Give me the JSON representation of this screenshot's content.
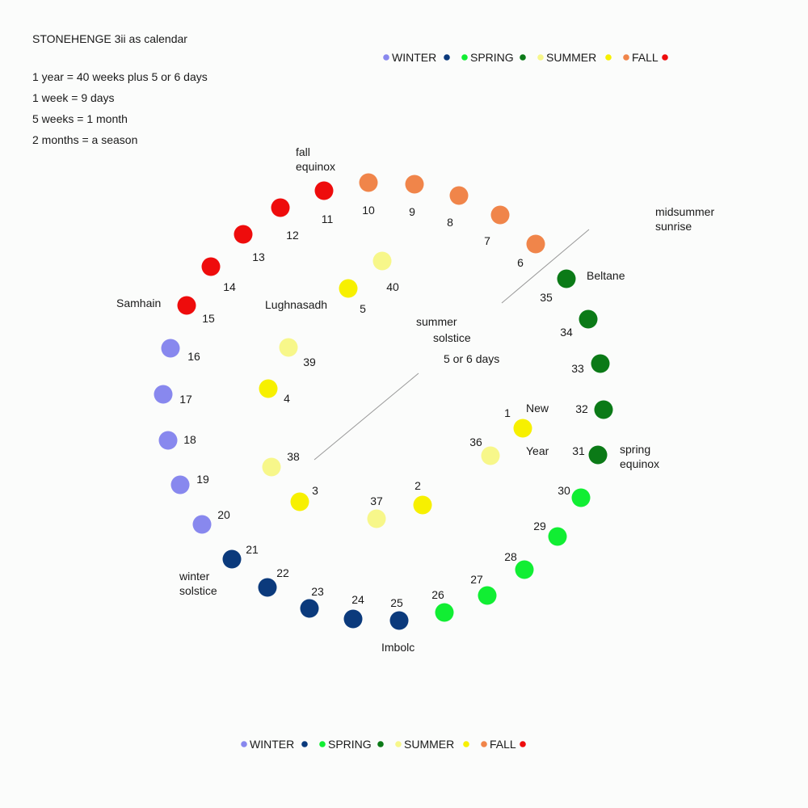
{
  "title": "STONEHENGE 3ii as calendar",
  "notes": [
    "1 year = 40 weeks plus 5 or 6 days",
    "1 week = 9 days",
    "5 weeks = 1 month",
    "2 months = a season"
  ],
  "colors": {
    "winter_light": "#8888ee",
    "winter_dark": "#0b3a7c",
    "spring_light": "#11ee33",
    "spring_dark": "#0b7a17",
    "summer_light": "#f7f78a",
    "summer_dark": "#f7f000",
    "fall_light": "#f0854a",
    "fall_dark": "#ee0c0c"
  },
  "legend": [
    {
      "label": "WINTER",
      "light": "winter_light",
      "dark": "winter_dark"
    },
    {
      "label": "SPRING",
      "light": "spring_light",
      "dark": "spring_dark"
    },
    {
      "label": "SUMMER",
      "light": "summer_light",
      "dark": "summer_dark"
    },
    {
      "label": "FALL",
      "light": "fall_light",
      "dark": "fall_dark"
    }
  ],
  "center_labels": [
    "summer",
    "solstice",
    "5 or 6 days"
  ],
  "annotations": [
    {
      "id": "fall-equinox",
      "lines": [
        "fall",
        "equinox"
      ]
    },
    {
      "id": "midsummer-sunrise",
      "lines": [
        "midsummer",
        "sunrise"
      ]
    },
    {
      "id": "beltane",
      "lines": [
        "Beltane"
      ]
    },
    {
      "id": "samhain",
      "lines": [
        "Samhain"
      ]
    },
    {
      "id": "lughnasadh",
      "lines": [
        "Lughnasadh"
      ]
    },
    {
      "id": "new-year",
      "lines": [
        "New",
        "Year"
      ]
    },
    {
      "id": "spring-equinox",
      "lines": [
        "spring",
        "equinox"
      ]
    },
    {
      "id": "winter-solstice",
      "lines": [
        "winter",
        "solstice"
      ]
    },
    {
      "id": "imbolc",
      "lines": [
        "Imbolc"
      ]
    }
  ],
  "weeks": [
    {
      "week": "1",
      "color": "summer_dark"
    },
    {
      "week": "2",
      "color": "summer_dark"
    },
    {
      "week": "3",
      "color": "summer_dark"
    },
    {
      "week": "4",
      "color": "summer_dark"
    },
    {
      "week": "5",
      "color": "summer_dark"
    },
    {
      "week": "6",
      "color": "fall_light"
    },
    {
      "week": "7",
      "color": "fall_light"
    },
    {
      "week": "8",
      "color": "fall_light"
    },
    {
      "week": "9",
      "color": "fall_light"
    },
    {
      "week": "10",
      "color": "fall_light"
    },
    {
      "week": "11",
      "color": "fall_dark"
    },
    {
      "week": "12",
      "color": "fall_dark"
    },
    {
      "week": "13",
      "color": "fall_dark"
    },
    {
      "week": "14",
      "color": "fall_dark"
    },
    {
      "week": "15",
      "color": "fall_dark"
    },
    {
      "week": "16",
      "color": "winter_light"
    },
    {
      "week": "17",
      "color": "winter_light"
    },
    {
      "week": "18",
      "color": "winter_light"
    },
    {
      "week": "19",
      "color": "winter_light"
    },
    {
      "week": "20",
      "color": "winter_light"
    },
    {
      "week": "21",
      "color": "winter_dark"
    },
    {
      "week": "22",
      "color": "winter_dark"
    },
    {
      "week": "23",
      "color": "winter_dark"
    },
    {
      "week": "24",
      "color": "winter_dark"
    },
    {
      "week": "25",
      "color": "winter_dark"
    },
    {
      "week": "26",
      "color": "spring_light"
    },
    {
      "week": "27",
      "color": "spring_light"
    },
    {
      "week": "28",
      "color": "spring_light"
    },
    {
      "week": "29",
      "color": "spring_light"
    },
    {
      "week": "30",
      "color": "spring_light"
    },
    {
      "week": "31",
      "color": "spring_dark"
    },
    {
      "week": "32",
      "color": "spring_dark"
    },
    {
      "week": "33",
      "color": "spring_dark"
    },
    {
      "week": "34",
      "color": "spring_dark"
    },
    {
      "week": "35",
      "color": "spring_dark"
    },
    {
      "week": "36",
      "color": "summer_light"
    },
    {
      "week": "37",
      "color": "summer_light"
    },
    {
      "week": "38",
      "color": "summer_light"
    },
    {
      "week": "39",
      "color": "summer_light"
    },
    {
      "week": "40",
      "color": "summer_light"
    }
  ]
}
